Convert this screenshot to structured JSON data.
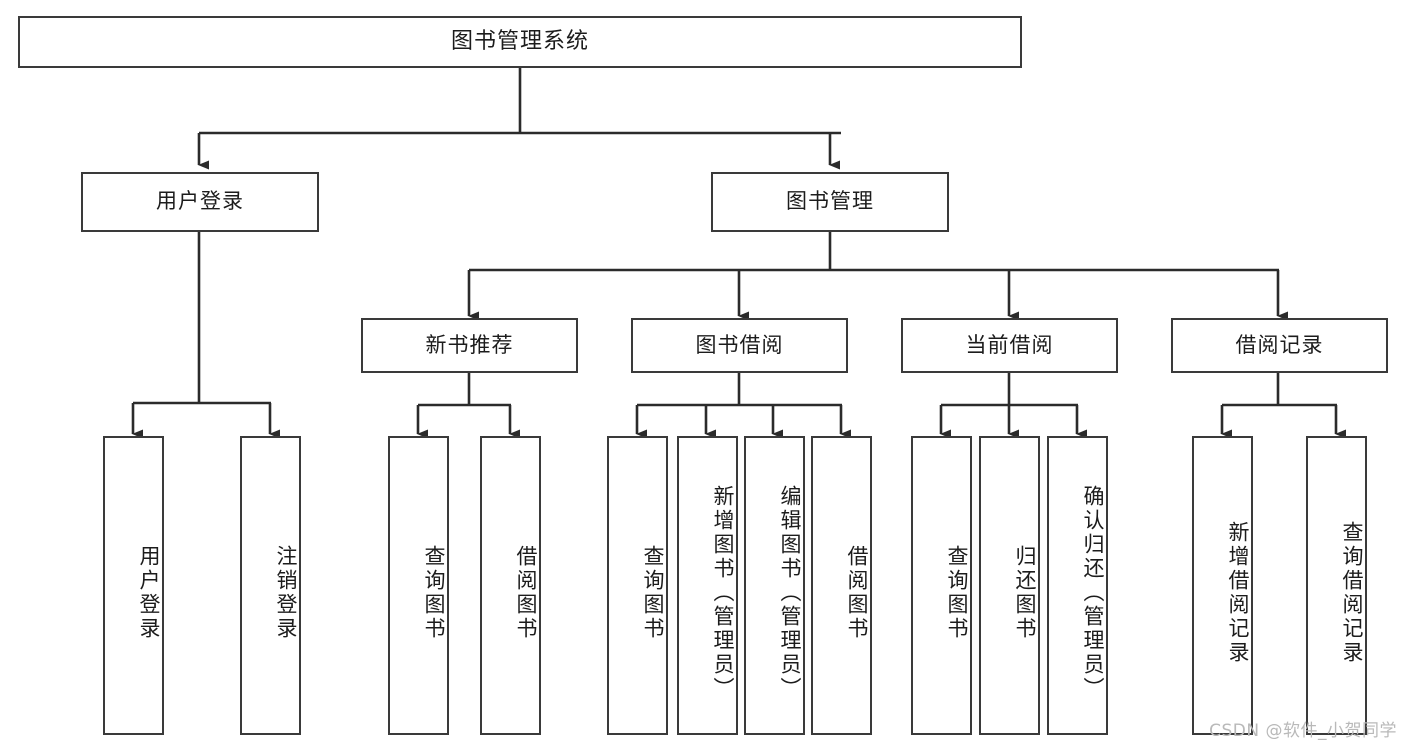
{
  "diagram": {
    "title": "图书管理系统",
    "type": "functional-structure-tree",
    "colors": {
      "box_border": "#3a3a3a",
      "box_fill": "#ffffff",
      "connector": "#2b2b2b",
      "text": "#1c1c1c",
      "watermark": "#b9b9b9",
      "background": "#ffffff"
    },
    "watermark": "CSDN @软件_小贺同学",
    "levels": {
      "root": {
        "label": "图书管理系统"
      },
      "level2": [
        {
          "label": "用户登录"
        },
        {
          "label": "图书管理"
        }
      ],
      "level3": [
        {
          "label": "新书推荐"
        },
        {
          "label": "图书借阅"
        },
        {
          "label": "当前借阅"
        },
        {
          "label": "借阅记录"
        }
      ],
      "leaves": {
        "user_login": [
          {
            "label": "用户登录"
          },
          {
            "label": "注销登录"
          }
        ],
        "new_book_recommend": [
          {
            "label": "查询图书"
          },
          {
            "label": "借阅图书"
          }
        ],
        "book_borrow": [
          {
            "label": "查询图书"
          },
          {
            "label": "新增图书（管理员）"
          },
          {
            "label": "编辑图书（管理员）"
          },
          {
            "label": "借阅图书"
          }
        ],
        "current_borrow": [
          {
            "label": "查询图书"
          },
          {
            "label": "归还图书"
          },
          {
            "label": "确认归还（管理员）"
          }
        ],
        "borrow_record": [
          {
            "label": "新增借阅记录"
          },
          {
            "label": "查询借阅记录"
          }
        ]
      }
    }
  }
}
